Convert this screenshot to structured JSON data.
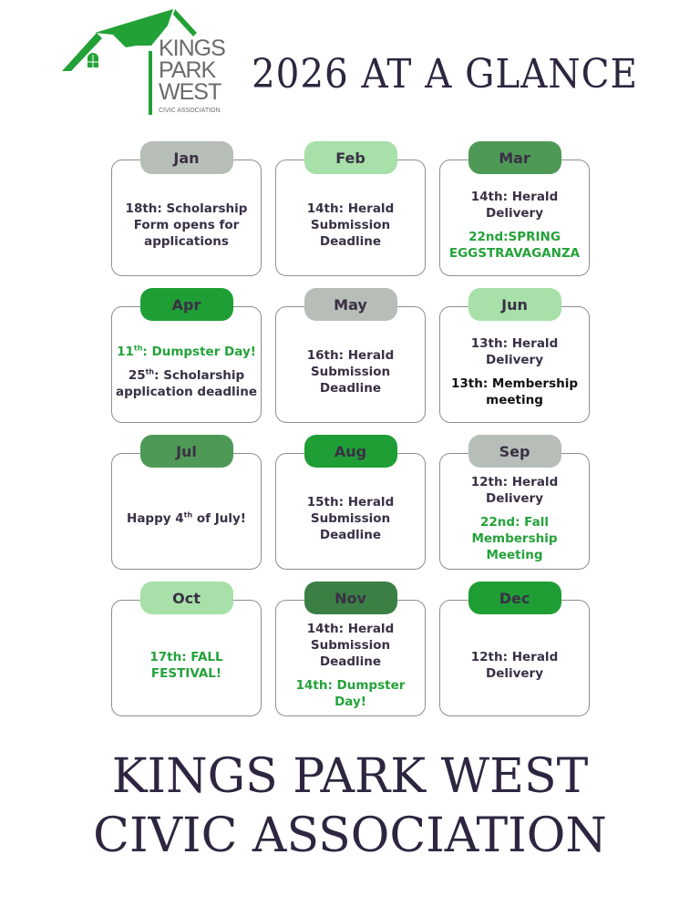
{
  "logo": {
    "line1": "KINGS",
    "line2": "PARK",
    "line3": "WEST",
    "subtitle": "CIVIC ASSOCIATION"
  },
  "title": "2026 AT A GLANCE",
  "colors": {
    "gray": "#b6beb7",
    "light_green": "#a7e0a8",
    "mid_green": "#4f9957",
    "bright_green": "#1f9e35",
    "dark_green": "#3b7f45",
    "text": "#3a3045",
    "event_green": "#24a23a"
  },
  "months": [
    {
      "name": "Jan",
      "events": [
        {
          "text": "18th: Scholarship Form opens for applications"
        }
      ]
    },
    {
      "name": "Feb",
      "events": [
        {
          "text": "14th: Herald Submission Deadline"
        }
      ]
    },
    {
      "name": "Mar",
      "events": [
        {
          "text": "14th: Herald Delivery"
        },
        {
          "text": "22nd:SPRING EGGSTRAVAGANZA"
        }
      ]
    },
    {
      "name": "Apr",
      "events": [
        {
          "day": "11",
          "sup": "th",
          "text": ": Dumpster Day!"
        },
        {
          "day": "25",
          "sup": "th",
          "text": ":  Scholarship application deadline"
        }
      ]
    },
    {
      "name": "May",
      "events": [
        {
          "text": "16th: Herald Submission Deadline"
        }
      ]
    },
    {
      "name": "Jun",
      "events": [
        {
          "text": "13th: Herald Delivery"
        },
        {
          "text": "13th: Membership meeting"
        }
      ]
    },
    {
      "name": "Jul",
      "events": [
        {
          "pre": "Happy 4",
          "sup": "th",
          "text": " of July!"
        }
      ]
    },
    {
      "name": "Aug",
      "events": [
        {
          "text": "15th: Herald Submission Deadline"
        }
      ]
    },
    {
      "name": "Sep",
      "events": [
        {
          "text": "12th: Herald Delivery"
        },
        {
          "text": "22nd: Fall Membership Meeting"
        }
      ]
    },
    {
      "name": "Oct",
      "events": [
        {
          "text": "17th: FALL FESTIVAL!"
        }
      ]
    },
    {
      "name": "Nov",
      "events": [
        {
          "text": "14th: Herald Submission Deadline"
        },
        {
          "text": "14th:  Dumpster Day!"
        }
      ]
    },
    {
      "name": "Dec",
      "events": [
        {
          "text": "12th: Herald Delivery"
        }
      ]
    }
  ],
  "footer": {
    "line1": "KINGS PARK WEST",
    "line2": "CIVIC ASSOCIATION"
  }
}
